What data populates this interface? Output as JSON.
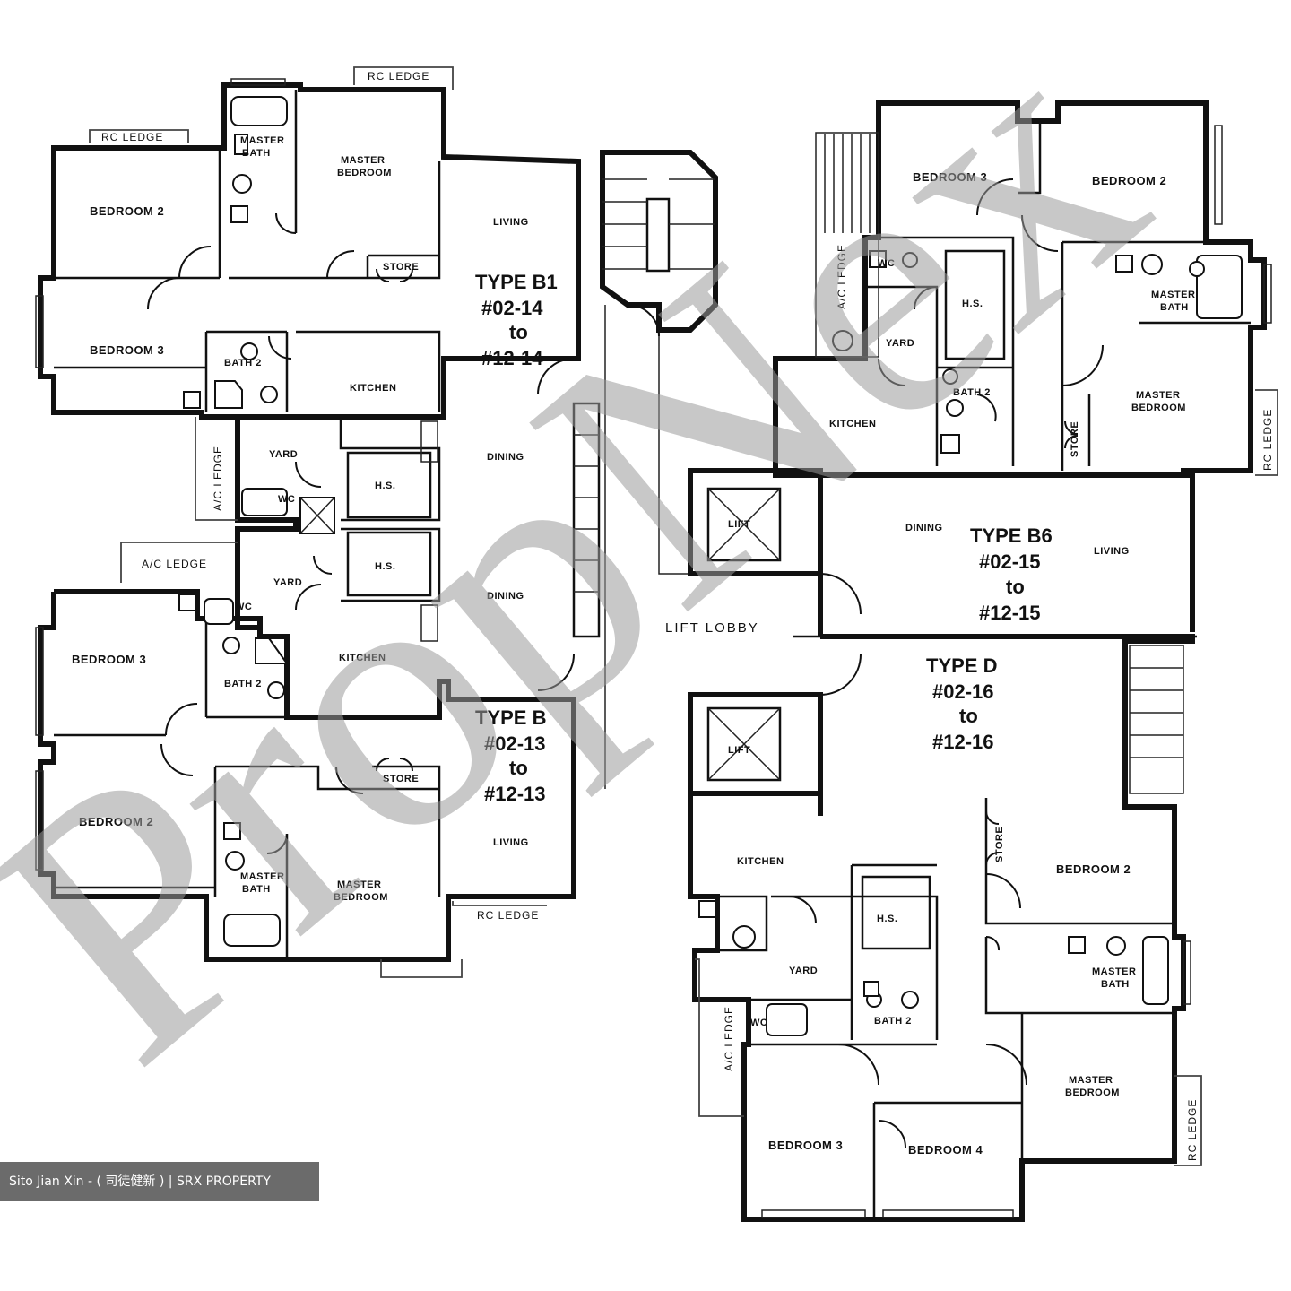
{
  "watermark": "PropNex",
  "credit": "Sito Jian Xin - ( 司徒健新 ) | SRX PROPERTY",
  "units": {
    "b1": {
      "type": "TYPE B1",
      "from": "#02-14",
      "to_word": "to",
      "to": "#12-14"
    },
    "b": {
      "type": "TYPE B",
      "from": "#02-13",
      "to_word": "to",
      "to": "#12-13"
    },
    "b6": {
      "type": "TYPE B6",
      "from": "#02-15",
      "to_word": "to",
      "to": "#12-15"
    },
    "d": {
      "type": "TYPE D",
      "from": "#02-16",
      "to_word": "to",
      "to": "#12-16"
    }
  },
  "labels": {
    "rc_ledge": "RC LEDGE",
    "ac_ledge": "A/C LEDGE",
    "master_bath": [
      "MASTER",
      "BATH"
    ],
    "master_bedroom": [
      "MASTER",
      "BEDROOM"
    ],
    "bedroom_2": "BEDROOM 2",
    "bedroom_3": "BEDROOM 3",
    "bedroom_4": "BEDROOM 4",
    "living": "LIVING",
    "dining": "DINING",
    "kitchen": "KITCHEN",
    "yard": "YARD",
    "hs": "H.S.",
    "wc": "WC",
    "bath_2": "BATH 2",
    "store": "STORE",
    "lift": "LIFT",
    "lift_lobby": "LIFT LOBBY"
  }
}
